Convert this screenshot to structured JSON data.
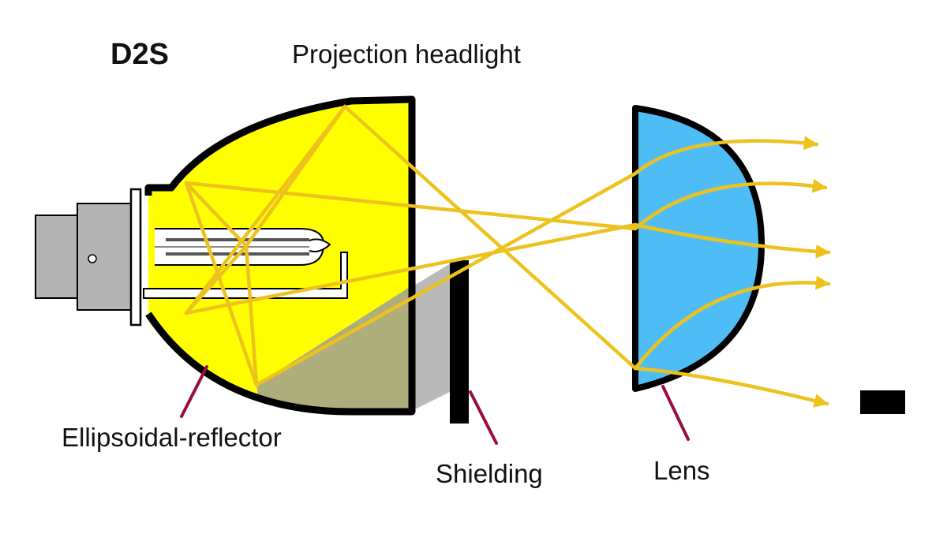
{
  "labels": {
    "lamp_type": "D2S",
    "title": "Projection headlight",
    "reflector": "Ellipsoidal-reflector",
    "shielding": "Shielding",
    "lens": "Lens"
  },
  "colors": {
    "reflector_fill": "#ffff00",
    "reflector_shadow": "#aeae7c",
    "light_rays": "#eec21d",
    "lens_fill": "#4fbdf5",
    "shield_fill": "#000000",
    "shadow_gray": "#b9b9b9",
    "base_gray": "#b3b3b3",
    "leader_lines": "#9a0f3a"
  }
}
